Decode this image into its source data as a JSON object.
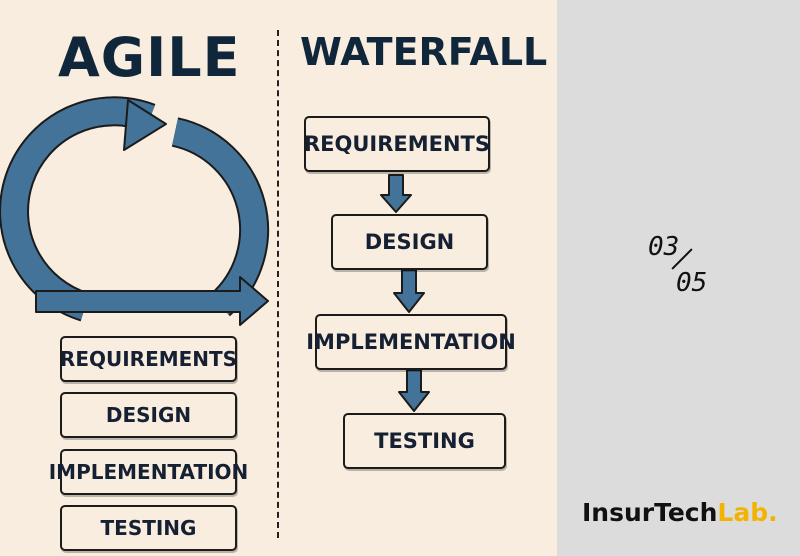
{
  "agile": {
    "title": "AGILE",
    "steps": [
      "REQUIREMENTS",
      "DESIGN",
      "IMPLEMENTATION",
      "TESTING"
    ]
  },
  "waterfall": {
    "title": "WATERFALL",
    "steps": [
      "REQUIREMENTS",
      "DESIGN",
      "IMPLEMENTATION",
      "TESTING"
    ]
  },
  "page_counter": {
    "current": "03",
    "total": "05"
  },
  "brand": {
    "main": "InsurTech",
    "accent": "Lab."
  },
  "colors": {
    "arrow": "#44739a",
    "background": "#f8eddf",
    "side_panel": "#dcdcdc",
    "brand_accent": "#f2b400"
  }
}
